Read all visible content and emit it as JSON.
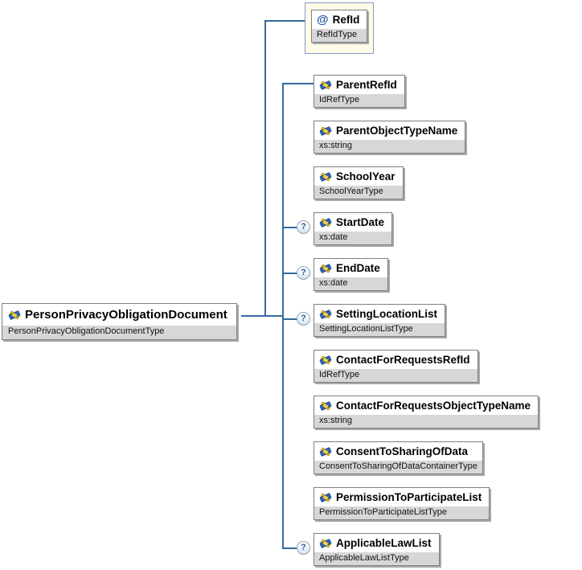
{
  "colors": {
    "connector": "#35699f",
    "box_border": "#7f7f7f",
    "box_shadow": "#a8a8a8",
    "type_bg": "#d7d7d7",
    "attribute_box_bg": "#fffbe8",
    "attribute_box_border": "#7f9fc2",
    "at_sign": "#2257a4",
    "optional_badge": "#2663a8"
  },
  "optional_marker": "?",
  "root": {
    "name": "PersonPrivacyObligationDocument",
    "type": "PersonPrivacyObligationDocumentType"
  },
  "attribute": {
    "marker": "@",
    "name": "RefId",
    "type": "RefIdType"
  },
  "children": [
    {
      "name": "ParentRefId",
      "type": "IdRefType",
      "optional": false
    },
    {
      "name": "ParentObjectTypeName",
      "type": "xs:string",
      "optional": false
    },
    {
      "name": "SchoolYear",
      "type": "SchoolYearType",
      "optional": false
    },
    {
      "name": "StartDate",
      "type": "xs:date",
      "optional": true
    },
    {
      "name": "EndDate",
      "type": "xs:date",
      "optional": true
    },
    {
      "name": "SettingLocationList",
      "type": "SettingLocationListType",
      "optional": true
    },
    {
      "name": "ContactForRequestsRefId",
      "type": "IdRefType",
      "optional": false
    },
    {
      "name": "ContactForRequestsObjectTypeName",
      "type": "xs:string",
      "optional": false
    },
    {
      "name": "ConsentToSharingOfData",
      "type": "ConsentToSharingOfDataContainerType",
      "optional": false
    },
    {
      "name": "PermissionToParticipateList",
      "type": "PermissionToParticipateListType",
      "optional": false
    },
    {
      "name": "ApplicableLawList",
      "type": "ApplicableLawListType",
      "optional": true
    }
  ]
}
